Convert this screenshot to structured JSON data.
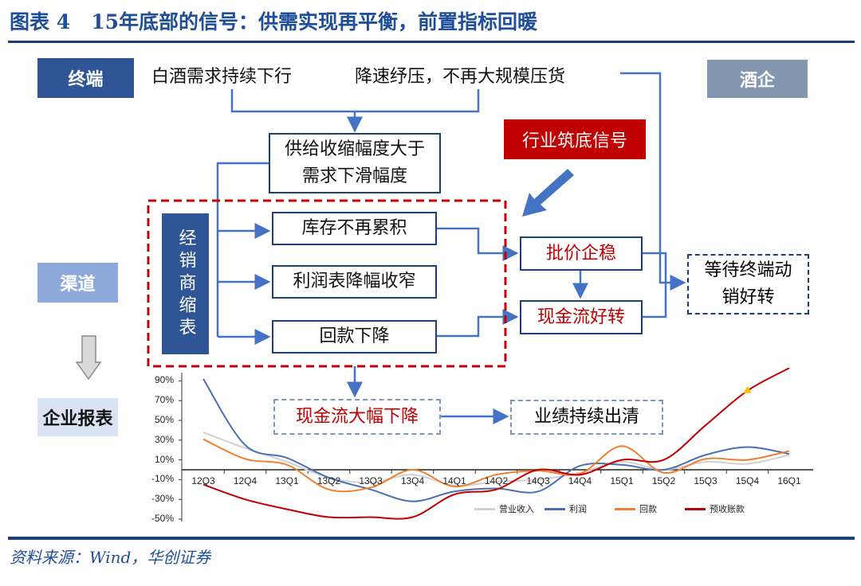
{
  "title": "图表 4   15年底部的信号：供需实现再平衡，前置指标回暖",
  "left_labels": {
    "terminal": "终端",
    "channel": "渠道",
    "report": "企业报表"
  },
  "right_label": "酒企",
  "top_texts": [
    "白酒需求持续下行",
    "降速纾压，不再大规模压货"
  ],
  "supply_box": "供给收缩幅度大于需求下滑幅度",
  "signal_box": "行业筑底信号",
  "dealer_box": "经销商缩表",
  "dealer_items": [
    "库存不再累积",
    "利润表降幅收窄",
    "回款下降"
  ],
  "price_box": "批价企稳",
  "cashflow_box": "现金流好转",
  "wait_box": "等待终端动销好转",
  "cash_drop_box": "现金流大幅下降",
  "clearing_box": "业绩持续出清",
  "source": "资料来源：Wind，华创证券",
  "colors": {
    "dark_blue": "#2F5597",
    "gray_blue": "#8497B0",
    "light_blue": "#8EA9DB",
    "pale_blue": "#DAE3F3",
    "red": "#C00000",
    "line_blue": "#4472C4"
  },
  "chart_data": {
    "type": "line",
    "categories": [
      "12Q3",
      "12Q4",
      "13Q1",
      "13Q2",
      "13Q3",
      "13Q4",
      "14Q1",
      "14Q2",
      "14Q3",
      "14Q4",
      "15Q1",
      "15Q2",
      "15Q3",
      "15Q4",
      "16Q1"
    ],
    "yticks": [
      90,
      70,
      50,
      30,
      10,
      -10,
      -30,
      -50
    ],
    "ytick_labels": [
      "90%",
      "70%",
      "50%",
      "30%",
      "10%",
      "-10%",
      "-30%",
      "-50%"
    ],
    "ylim": [
      -50,
      100
    ],
    "series": [
      {
        "name": "营业收入",
        "color": "#D0D0D0",
        "values": [
          38,
          22,
          8,
          -8,
          -13,
          -5,
          -16,
          -12,
          -10,
          -3,
          8,
          0,
          8,
          6,
          15
        ]
      },
      {
        "name": "利润",
        "color": "#4A6FB5",
        "values": [
          92,
          25,
          12,
          -8,
          -20,
          -32,
          -22,
          -19,
          -22,
          4,
          5,
          0,
          15,
          23,
          16
        ]
      },
      {
        "name": "回款",
        "color": "#F08030",
        "values": [
          31,
          11,
          5,
          -20,
          -18,
          0,
          -17,
          -5,
          -1,
          -4,
          24,
          -3,
          11,
          10,
          19
        ]
      },
      {
        "name": "预收账款",
        "color": "#C00000",
        "values": [
          -15,
          -30,
          -40,
          -48,
          -48,
          -48,
          -25,
          -20,
          0,
          -5,
          10,
          10,
          45,
          80,
          103
        ]
      }
    ],
    "marker": {
      "series": "预收账款",
      "category": "15Q4",
      "shape": "triangle",
      "color": "#FFC000"
    },
    "legend": "bottom-right"
  }
}
